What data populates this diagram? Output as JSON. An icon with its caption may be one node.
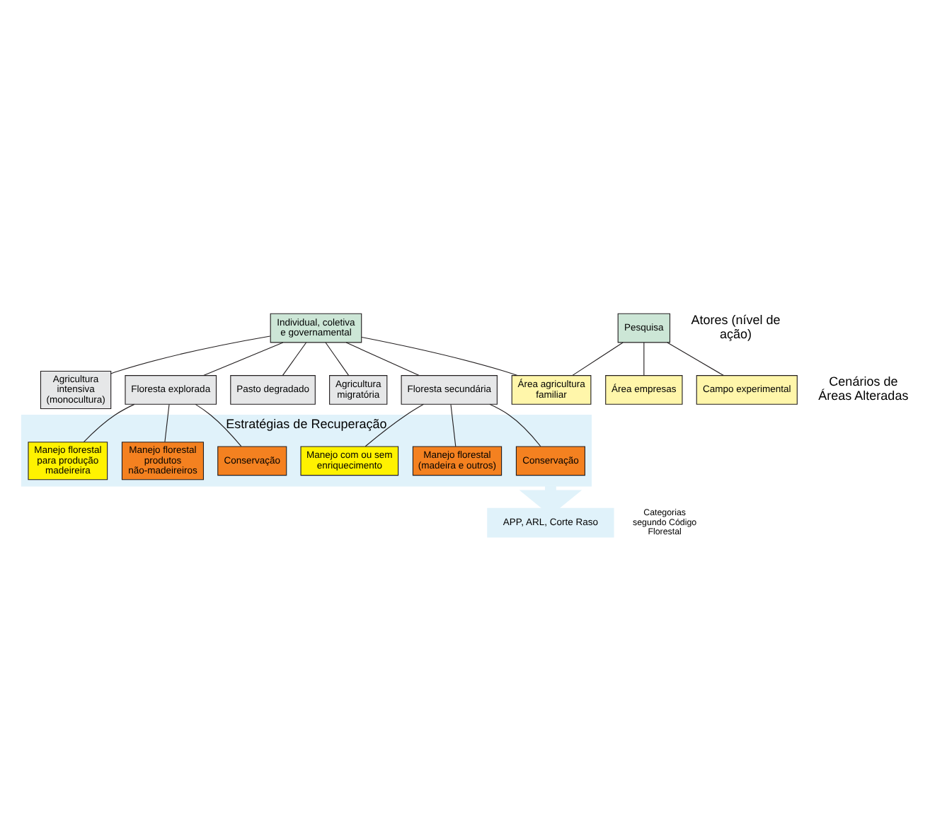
{
  "diagram": {
    "nodes": [
      {
        "text": [
          "Individual, coletiva e governamental"
        ]
      },
      {
        "text": [
          "Pesquisa"
        ]
      },
      {
        "text": [
          "Área agricultura familiar"
        ]
      },
      {
        "text": [
          "Área empresas"
        ]
      },
      {
        "text": [
          "Campo experimental"
        ]
      },
      {
        "text": [
          "Agricultura intensiva (monocultura)"
        ]
      },
      {
        "text": [
          "Floresta explorada"
        ]
      },
      {
        "text": [
          "Pasto degradado"
        ]
      },
      {
        "text": [
          "Agricultura migratória"
        ]
      },
      {
        "text": [
          "Floresta secundária"
        ]
      },
      {
        "text": [
          "Estratégias de Recuperação"
        ]
      },
      {
        "text": [
          "Conservação"
        ],
        "in": 10
      },
      {
        "text": [
          "Manejo florestal produtos não-madeireiros"
        ],
        "in": 10
      },
      {
        "text": [
          "Manejo florestal para produção madeireira"
        ],
        "in": 10
      },
      {
        "text": [
          "Conservação"
        ],
        "in": 10
      },
      {
        "text": [
          "Manejo florestal (madeira e outros)"
        ],
        "in": 10
      },
      {
        "text": [
          "Manejo com ou sem enriquecimento"
        ],
        "in": 10
      },
      {
        "text": [
          "APP, ARL, Corte Raso"
        ]
      }
    ],
    "edges": [
      {
        "from": 0,
        "to": 2,
        "arrow": "none"
      },
      {
        "from": 1,
        "to": 2,
        "arrow": "none"
      },
      {
        "from": 1,
        "to": 3,
        "arrow": "none"
      },
      {
        "from": 1,
        "to": 4,
        "arrow": "none"
      },
      {
        "from": 0,
        "to": 5,
        "arrow": "none"
      },
      {
        "from": 0,
        "to": 6,
        "arrow": "none"
      },
      {
        "from": 0,
        "to": 7,
        "arrow": "none"
      },
      {
        "from": 0,
        "to": 8,
        "arrow": "none"
      },
      {
        "from": 0,
        "to": 9,
        "arrow": "none"
      },
      {
        "from": 6,
        "to": 11,
        "arrow": "none"
      },
      {
        "from": 6,
        "to": 12,
        "arrow": "none"
      },
      {
        "from": 6,
        "to": 13,
        "arrow": "none"
      },
      {
        "from": 9,
        "to": 14,
        "arrow": "none"
      },
      {
        "from": 9,
        "to": 15,
        "arrow": "none"
      },
      {
        "from": 9,
        "to": 16,
        "arrow": "none"
      },
      {
        "from": 10,
        "to": 17,
        "arrow": "to",
        "style": "thick",
        "color": "#e0f2fa"
      }
    ],
    "labels": [
      "Atores (nível de ação)",
      "Cenários de Áreas Alteradas",
      "Categorias segundo Código Florestal"
    ]
  }
}
